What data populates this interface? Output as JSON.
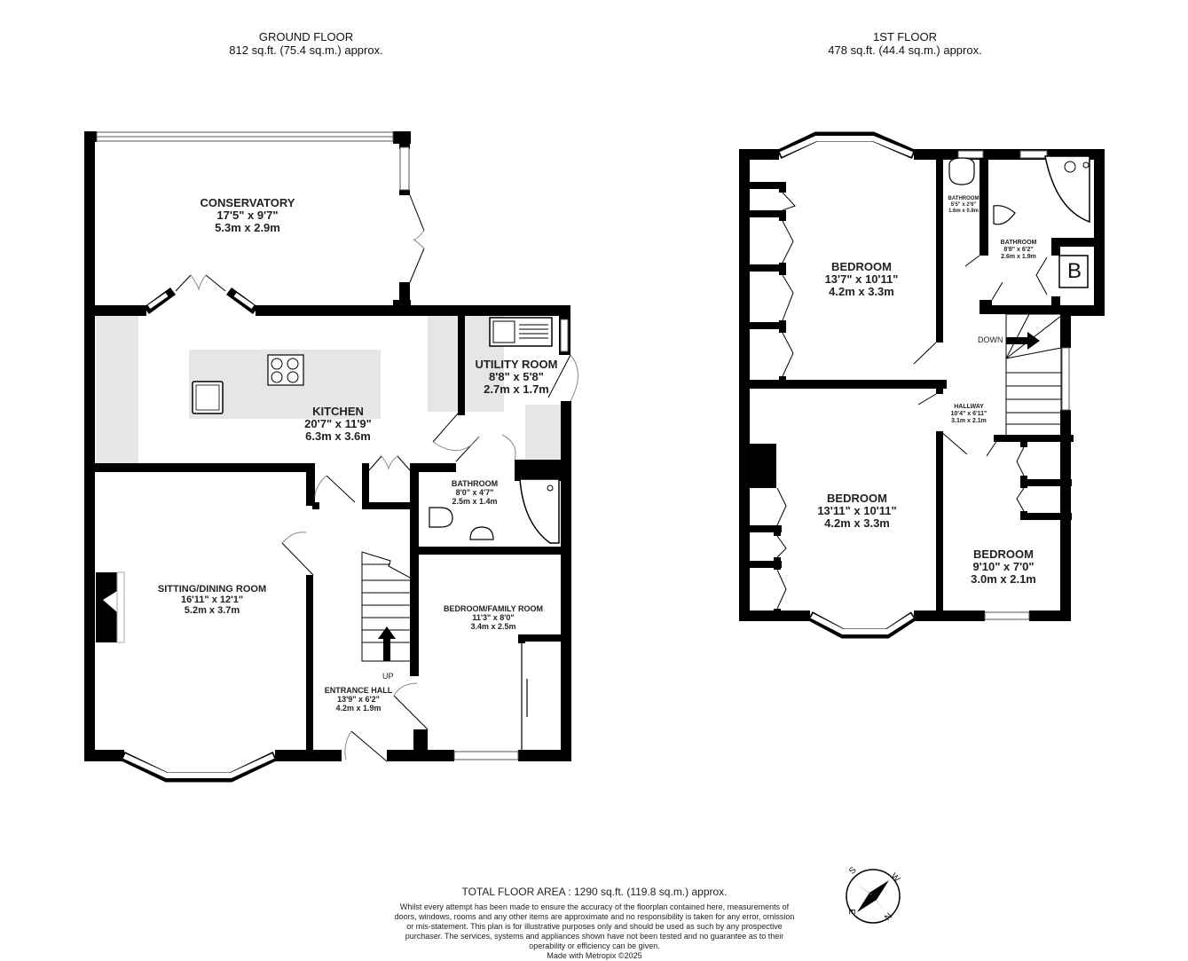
{
  "ground_floor": {
    "title": "GROUND FLOOR",
    "area": "812 sq.ft. (75.4 sq.m.) approx.",
    "rooms": [
      {
        "name": "CONSERVATORY",
        "imperial": "17'5\"  x 9'7\"",
        "metric": "5.3m  x 2.9m"
      },
      {
        "name": "KITCHEN",
        "imperial": "20'7\"  x 11'9\"",
        "metric": "6.3m  x 3.6m"
      },
      {
        "name": "UTILITY ROOM",
        "imperial": "8'8\"  x 5'8\"",
        "metric": "2.7m  x 1.7m"
      },
      {
        "name": "BATHROOM",
        "imperial": "8'0\"  x 4'7\"",
        "metric": "2.5m  x 1.4m"
      },
      {
        "name": "SITTING/DINING ROOM",
        "imperial": "16'11\"  x 12'1\"",
        "metric": "5.2m  x 3.7m"
      },
      {
        "name": "BEDROOM/FAMILY ROOM",
        "imperial": "11'3\"  x 8'0\"",
        "metric": "3.4m  x 2.5m"
      },
      {
        "name": "ENTRANCE HALL",
        "imperial": "13'9\"  x 6'2\"",
        "metric": "4.2m  x 1.9m"
      }
    ],
    "stairs_label": "UP"
  },
  "first_floor": {
    "title": "1ST FLOOR",
    "area": "478 sq.ft. (44.4 sq.m.) approx.",
    "rooms": [
      {
        "name": "BEDROOM",
        "imperial": "13'7\"  x 10'11\"",
        "metric": "4.2m  x 3.3m"
      },
      {
        "name": "BATHROOM",
        "imperial": "5'5\"  x 2'6\"",
        "metric": "1.6m  x 0.8m"
      },
      {
        "name": "BATHROOM",
        "imperial": "8'8\"  x 6'2\"",
        "metric": "2.6m  x 1.9m"
      },
      {
        "name": "HALLWAY",
        "imperial": "10'4\"  x 6'11\"",
        "metric": "3.1m  x 2.1m"
      },
      {
        "name": "BEDROOM",
        "imperial": "13'11\"  x 10'11\"",
        "metric": "4.2m  x 3.3m"
      },
      {
        "name": "BEDROOM",
        "imperial": "9'10\"  x 7'0\"",
        "metric": "3.0m  x 2.1m"
      }
    ],
    "stairs_label": "DOWN",
    "boiler_label": "B"
  },
  "footer": {
    "total_area": "TOTAL FLOOR AREA : 1290 sq.ft. (119.8 sq.m.) approx.",
    "disclaimer": "Whilst every attempt has been made to ensure the accuracy of the floorplan contained here, measurements of doors, windows, rooms and any other items are approximate and no responsibility is taken for any error, omission or mis-statement. This plan is for illustrative purposes only and should be used as such by any prospective purchaser. The services, systems and appliances shown have not been tested and no guarantee as to their operability or efficiency can be given.",
    "made_with": "Made with Metropix ©2025"
  },
  "compass": {
    "n": "N",
    "s": "S",
    "e": "E",
    "w": "W"
  },
  "colors": {
    "wall": "#000000",
    "fixture_fill": "#e6e6e6",
    "text": "#222222"
  }
}
